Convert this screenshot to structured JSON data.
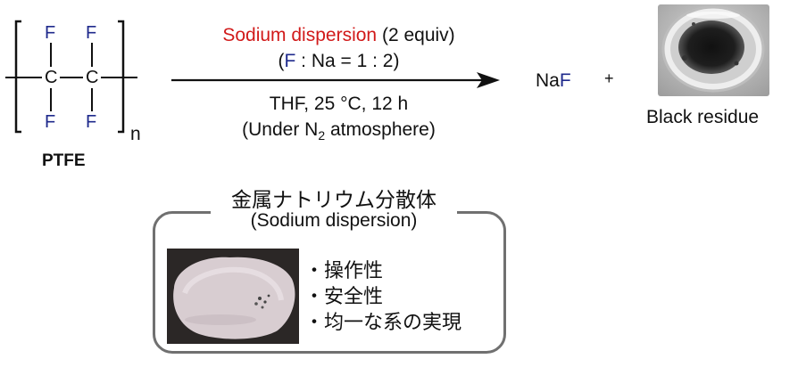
{
  "ptfe": {
    "atoms": {
      "fluorine": "F",
      "carbon": "C"
    },
    "subscript": "n",
    "label": "PTFE"
  },
  "reaction": {
    "reagent_name": "Sodium dispersion",
    "reagent_amount": "(2 equiv)",
    "ratio_open": "(",
    "ratio_f": "F",
    "ratio_rest": " : Na = 1 : 2)",
    "conditions": "THF, 25 °C, 12 h",
    "atmosphere_prefix": "(Under N",
    "atmosphere_sub": "2",
    "atmosphere_suffix": " atmosphere)"
  },
  "products": {
    "naf_na": "Na",
    "naf_f": "F",
    "plus": "+",
    "residue_label": "Black residue"
  },
  "dispersion_box": {
    "title_jp": "金属ナトリウム分散体",
    "title_en": "(Sodium dispersion)",
    "features": [
      "・操作性",
      "・安全性",
      "・均一な系の実現"
    ]
  },
  "colors": {
    "fluorine": "#1f2a8c",
    "reagent": "#d11a1a",
    "box_border": "#707070"
  }
}
